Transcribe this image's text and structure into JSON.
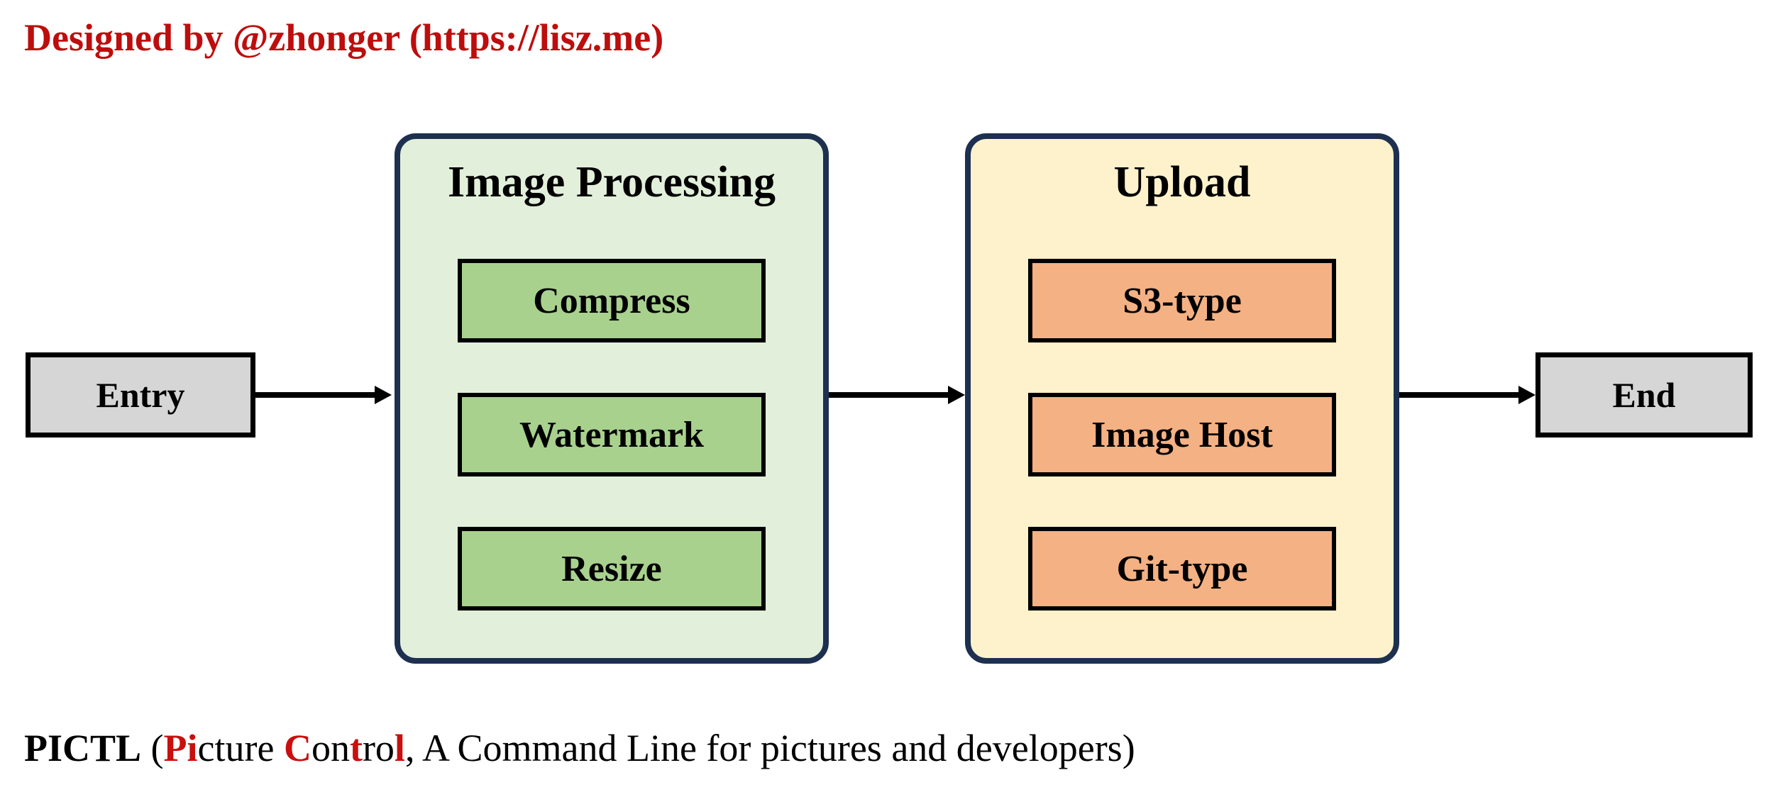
{
  "credit": "Designed by @zhonger (https://lisz.me)",
  "flow": {
    "entry": {
      "label": "Entry"
    },
    "end": {
      "label": "End"
    },
    "processing": {
      "title": "Image Processing",
      "items": [
        {
          "label": "Compress"
        },
        {
          "label": "Watermark"
        },
        {
          "label": "Resize"
        }
      ]
    },
    "upload": {
      "title": "Upload",
      "items": [
        {
          "label": "S3-type"
        },
        {
          "label": "Image Host"
        },
        {
          "label": "Git-type"
        }
      ]
    }
  },
  "caption": {
    "segments": [
      {
        "text": "PICTL",
        "style": "bold-black"
      },
      {
        "text": " (",
        "style": "black"
      },
      {
        "text": "Pi",
        "style": "red"
      },
      {
        "text": "cture ",
        "style": "black"
      },
      {
        "text": "C",
        "style": "red"
      },
      {
        "text": "on",
        "style": "black"
      },
      {
        "text": "t",
        "style": "red"
      },
      {
        "text": "ro",
        "style": "black"
      },
      {
        "text": "l",
        "style": "red"
      },
      {
        "text": ", A Command Line for pictures and developers)",
        "style": "black"
      }
    ]
  },
  "colors": {
    "credit_red": "#be0d0d",
    "accent_red": "#c8100e",
    "container_border_navy": "#1d3050",
    "processing_fill": "#e2efda",
    "processing_item_fill": "#a9d18e",
    "upload_fill": "#fef2cc",
    "upload_item_fill": "#f4b183",
    "terminal_fill": "#d6d6d6",
    "line_black": "#000000"
  }
}
